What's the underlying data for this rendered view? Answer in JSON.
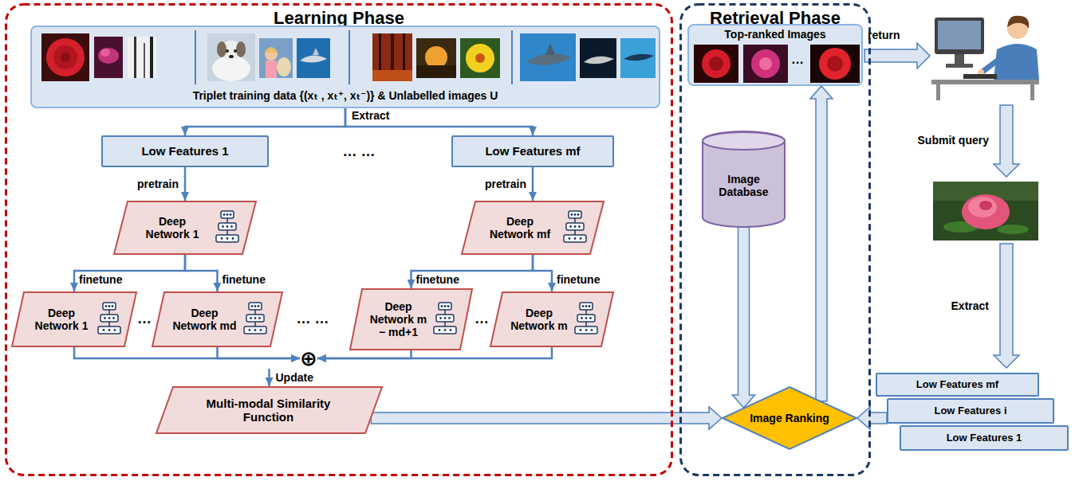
{
  "diagram": {
    "nodes": [
      {
        "text": [
          "Learning Phase"
        ]
      },
      {
        "text": [
          "Retrieval Phase"
        ]
      },
      {
        "text": [
          "Triplet training data {(xₜ , xₜ⁺, xₜ⁻)} & Unlabelled images U"
        ],
        "in": 0
      },
      {
        "text": [
          "Low Features 1"
        ],
        "in": 0
      },
      {
        "text": [
          "Low Features mf"
        ],
        "in": 0
      },
      {
        "text": [
          "Deep Network 1"
        ],
        "in": 0
      },
      {
        "text": [
          "Deep Network mf"
        ],
        "in": 0
      },
      {
        "text": [
          "Deep Network 1"
        ],
        "in": 0
      },
      {
        "text": [
          "Deep Network md"
        ],
        "in": 0
      },
      {
        "text": [
          "Deep Network m − md+1"
        ],
        "in": 0
      },
      {
        "text": [
          "Deep Network m"
        ],
        "in": 0
      },
      {
        "text": [
          "⊕"
        ],
        "in": 0
      },
      {
        "text": [
          "Multi-modal Similarity Function"
        ],
        "in": 0
      },
      {
        "text": [
          "Top-ranked Images"
        ],
        "in": 1
      },
      {
        "text": [
          "Low Features mf"
        ]
      },
      {
        "text": [
          "Low Features i"
        ]
      },
      {
        "text": [
          "Low Features 1"
        ]
      },
      {
        "text": [
          "Image Database"
        ],
        "in": 1
      },
      {
        "text": [
          "Image Ranking"
        ],
        "in": 1
      }
    ],
    "edges": [
      {
        "from": 2,
        "to": 3,
        "arrow": "to"
      },
      {
        "from": 2,
        "to": 4,
        "arrow": "to"
      },
      {
        "from": 3,
        "to": 5,
        "arrow": "to",
        "label": "pretrain"
      },
      {
        "from": 4,
        "to": 6,
        "arrow": "to",
        "label": "pretrain"
      },
      {
        "from": 5,
        "to": 7,
        "arrow": "to",
        "label": "finetune"
      },
      {
        "from": 5,
        "to": 8,
        "arrow": "to",
        "label": "finetune"
      },
      {
        "from": 6,
        "to": 9,
        "arrow": "to",
        "label": "finetune"
      },
      {
        "from": 6,
        "to": 10,
        "arrow": "to",
        "label": "finetune"
      },
      {
        "from": 7,
        "to": 11,
        "arrow": "to"
      },
      {
        "from": 8,
        "to": 11,
        "arrow": "to"
      },
      {
        "from": 9,
        "to": 11,
        "arrow": "to"
      },
      {
        "from": 10,
        "to": 11,
        "arrow": "to"
      },
      {
        "from": 11,
        "to": 12,
        "arrow": "to",
        "label": "Update"
      },
      {
        "from": 12,
        "to": 18,
        "arrow": "to"
      },
      {
        "from": 17,
        "to": 18,
        "arrow": "to"
      },
      {
        "from": 18,
        "to": 13,
        "arrow": "to"
      },
      {
        "from": 15,
        "to": 18,
        "arrow": "to"
      }
    ],
    "labels": [
      "Extract",
      "… …",
      "…",
      "… …",
      "…",
      "…",
      "return",
      "Submit query",
      "Extract"
    ]
  }
}
